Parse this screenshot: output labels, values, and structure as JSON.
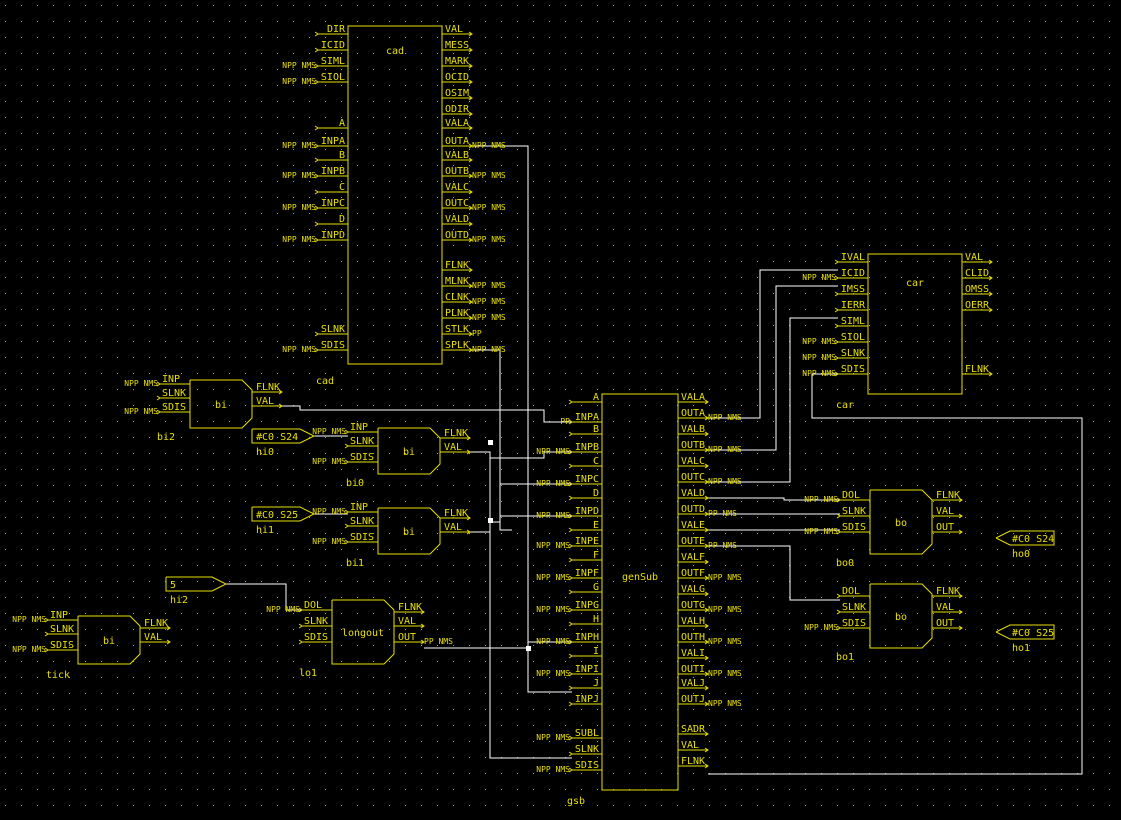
{
  "colors": {
    "background": "#000000",
    "symbol": "#e8e000",
    "wire": "#ffffff",
    "grid_dot": "#9a9a9a"
  },
  "tags": {
    "npp_nms": "NPP NMS",
    "pp_nms": "PP NMS",
    "pp": "PP",
    "pp_short": "PP"
  },
  "blocks": {
    "cad": {
      "type": "cad",
      "name": "cad",
      "inputs": [
        "DIR",
        "ICID",
        "SIML",
        "SIOL",
        "A",
        "INPA",
        "B",
        "INPB",
        "C",
        "INPC",
        "D",
        "INPD",
        "SLNK",
        "SDIS"
      ],
      "outputs": [
        "VAL",
        "MESS",
        "MARK",
        "OCID",
        "OSIM",
        "ODIR",
        "VALA",
        "OUTA",
        "VALB",
        "OUTB",
        "VALC",
        "OUTC",
        "VALD",
        "OUTD",
        "FLNK",
        "MLNK",
        "CLNK",
        "PLNK",
        "STLK",
        "SPLK"
      ]
    },
    "car": {
      "type": "car",
      "name": "car",
      "inputs": [
        "IVAL",
        "ICID",
        "IMSS",
        "IERR",
        "SIML",
        "SIOL",
        "SLNK",
        "SDIS"
      ],
      "outputs": [
        "VAL",
        "CLID",
        "OMSS",
        "OERR",
        "FLNK"
      ]
    },
    "gsb": {
      "type": "genSub",
      "name": "gsb",
      "inputs": [
        "A",
        "INPA",
        "B",
        "INPB",
        "C",
        "INPC",
        "D",
        "INPD",
        "E",
        "INPE",
        "F",
        "INPF",
        "G",
        "INPG",
        "H",
        "INPH",
        "I",
        "INPI",
        "J",
        "INPJ",
        "SUBL",
        "SLNK",
        "SDIS"
      ],
      "outputs": [
        "VALA",
        "OUTA",
        "VALB",
        "OUTB",
        "VALC",
        "OUTC",
        "VALD",
        "OUTD",
        "VALE",
        "OUTE",
        "VALF",
        "OUTF",
        "VALG",
        "OUTG",
        "VALH",
        "OUTH",
        "VALI",
        "OUTI",
        "VALJ",
        "OUTJ",
        "SADR",
        "VAL",
        "FLNK"
      ]
    },
    "bi2": {
      "type": "bi",
      "name": "bi2",
      "inputs": [
        "INP",
        "SLNK",
        "SDIS"
      ],
      "outputs": [
        "FLNK",
        "VAL"
      ]
    },
    "bi0": {
      "type": "bi",
      "name": "bi0",
      "inputs": [
        "INP",
        "SLNK",
        "SDIS"
      ],
      "outputs": [
        "FLNK",
        "VAL"
      ]
    },
    "bi1": {
      "type": "bi",
      "name": "bi1",
      "inputs": [
        "INP",
        "SLNK",
        "SDIS"
      ],
      "outputs": [
        "FLNK",
        "VAL"
      ]
    },
    "tick": {
      "type": "bi",
      "name": "tick",
      "inputs": [
        "INP",
        "SLNK",
        "SDIS"
      ],
      "outputs": [
        "FLNK",
        "VAL"
      ]
    },
    "lo1": {
      "type": "longout",
      "name": "lo1",
      "inputs": [
        "DOL",
        "SLNK",
        "SDIS"
      ],
      "outputs": [
        "FLNK",
        "VAL",
        "OUT"
      ]
    },
    "bo0": {
      "type": "bo",
      "name": "bo0",
      "inputs": [
        "DOL",
        "SLNK",
        "SDIS"
      ],
      "outputs": [
        "FLNK",
        "VAL",
        "OUT"
      ]
    },
    "bo1": {
      "type": "bo",
      "name": "bo1",
      "inputs": [
        "DOL",
        "SLNK",
        "SDIS"
      ],
      "outputs": [
        "FLNK",
        "VAL",
        "OUT"
      ]
    }
  },
  "ports": {
    "hi0": {
      "value": "#C0 S24",
      "name": "hi0"
    },
    "hi1": {
      "value": "#C0 S25",
      "name": "hi1"
    },
    "hi2": {
      "value": "5",
      "name": "hi2"
    },
    "ho0": {
      "value": "#C0 S24",
      "name": "ho0"
    },
    "ho1": {
      "value": "#C0 S25",
      "name": "ho1"
    }
  }
}
